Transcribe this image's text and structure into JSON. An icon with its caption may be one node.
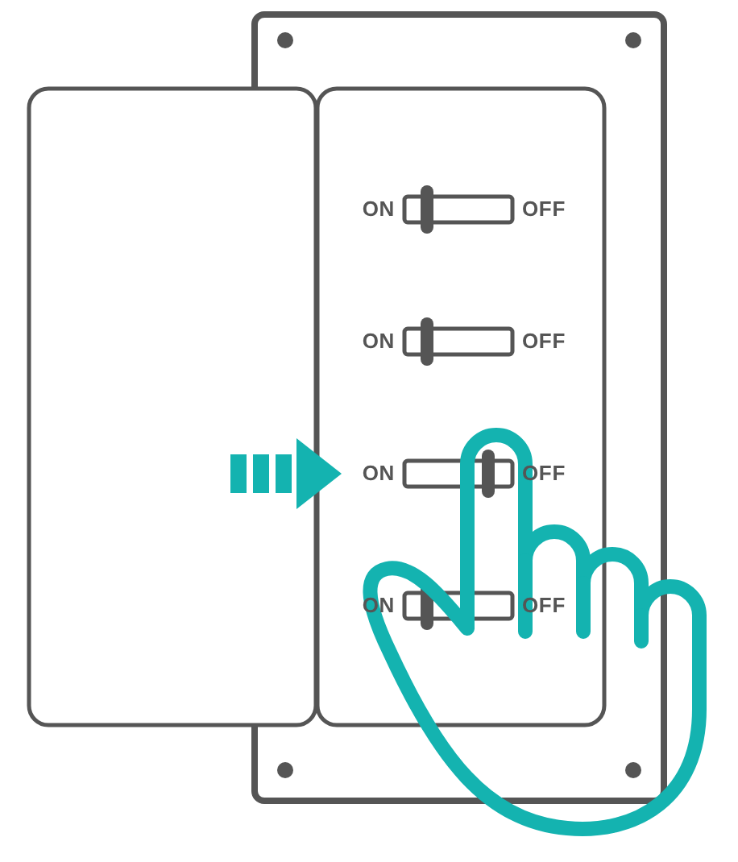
{
  "diagram": {
    "labels": [
      "ON",
      "OFF",
      "ON",
      "OFF",
      "ON",
      "OFF",
      "ON",
      "OFF"
    ]
  }
}
